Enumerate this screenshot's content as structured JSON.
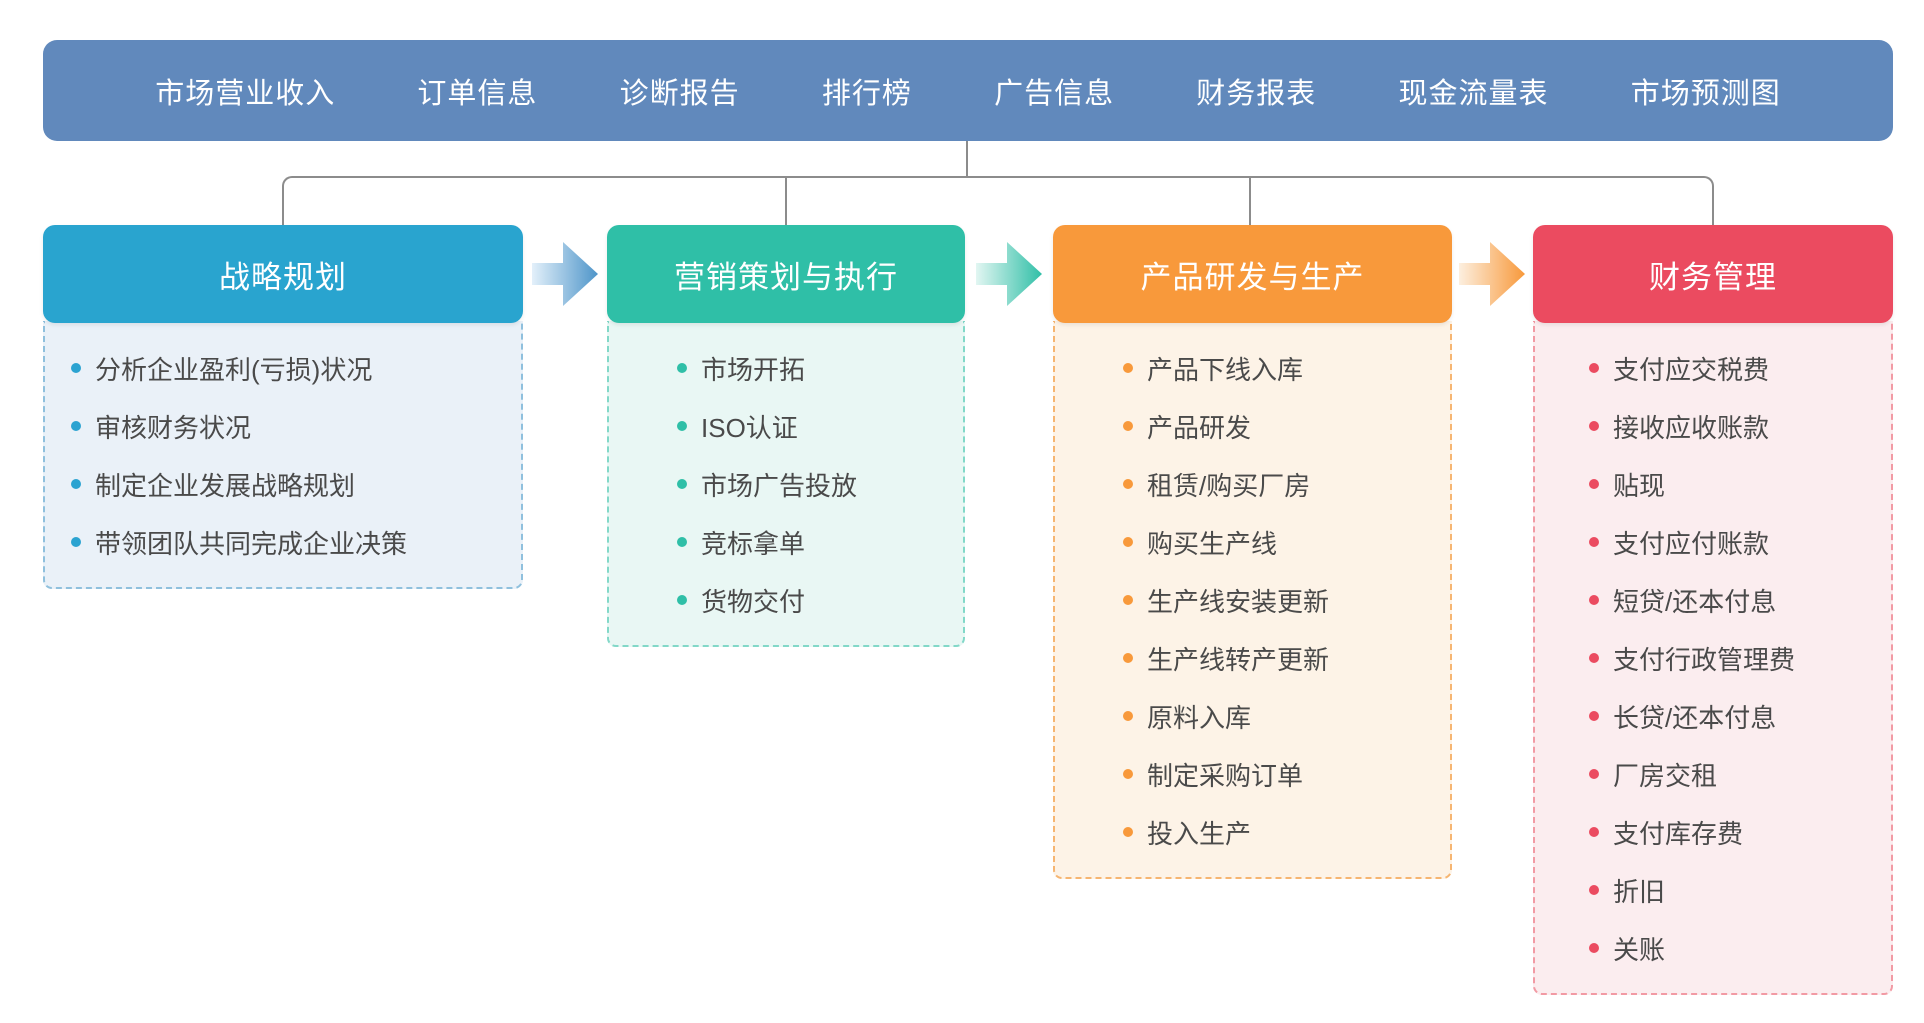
{
  "top_bar": {
    "bg_color": "#6189BC",
    "items": [
      "市场营业收入",
      "订单信息",
      "诊断报告",
      "排行榜",
      "广告信息",
      "财务报表",
      "现金流量表",
      "市场预测图"
    ]
  },
  "connector_color": "#8C8C8C",
  "columns": [
    {
      "id": "strategy",
      "title": "战略规划",
      "header_color": "#29A4CF",
      "body_bg": "#EAF1F8",
      "border_color": "#8FC0DD",
      "bullet_color": "#2BA3D1",
      "items": [
        "分析企业盈利(亏损)状况",
        "审核财务状况",
        "制定企业发展战略规划",
        "带领团队共同完成企业决策"
      ]
    },
    {
      "id": "marketing",
      "title": "营销策划与执行",
      "header_color": "#2FBFA7",
      "body_bg": "#E9F7F4",
      "border_color": "#82D8C8",
      "bullet_color": "#2FBFA7",
      "items": [
        "市场开拓",
        "ISO认证",
        "市场广告投放",
        "竞标拿单",
        "货物交付"
      ]
    },
    {
      "id": "production",
      "title": "产品研发与生产",
      "header_color": "#F8993B",
      "body_bg": "#FDF3E7",
      "border_color": "#F6B571",
      "bullet_color": "#F8993B",
      "items": [
        "产品下线入库",
        "产品研发",
        "租赁/购买厂房",
        "购买生产线",
        "生产线安装更新",
        "生产线转产更新",
        "原料入库",
        "制定采购订单",
        "投入生产"
      ]
    },
    {
      "id": "finance",
      "title": "财务管理",
      "header_color": "#EB4B60",
      "body_bg": "#FBEDEF",
      "border_color": "#F29AA4",
      "bullet_color": "#EB4B60",
      "items": [
        "支付应交税费",
        "接收应收账款",
        "贴现",
        "支付应付账款",
        "短贷/还本付息",
        "支付行政管理费",
        "长贷/还本付息",
        "厂房交租",
        "支付库存费",
        "折旧",
        "关账"
      ]
    }
  ],
  "arrows": [
    {
      "from": "#E3F0FA",
      "to": "#4E95C9"
    },
    {
      "from": "#E2F6F2",
      "to": "#30BFA7"
    },
    {
      "from": "#FCEFDF",
      "to": "#F8993B"
    }
  ]
}
